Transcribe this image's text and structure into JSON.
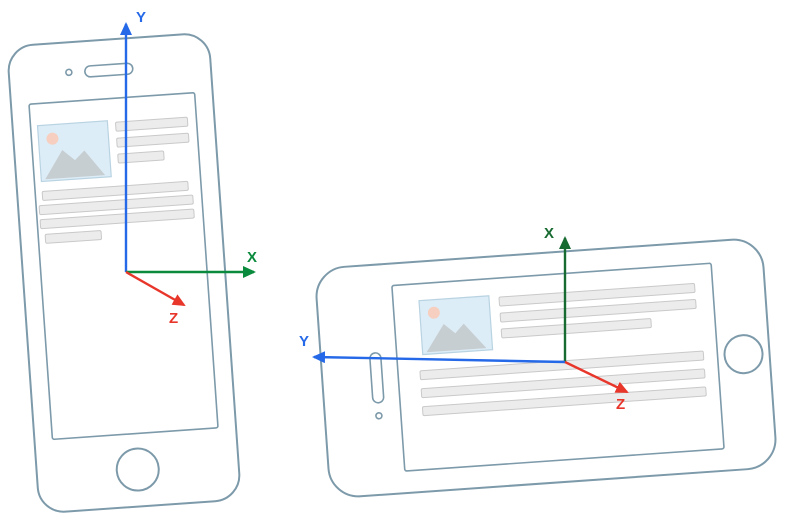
{
  "colors": {
    "phone_outline": "#7d9aaa",
    "line_fill": "#ececec",
    "line_stroke": "#c9c9c9",
    "image_fill": "#ddedf7",
    "image_border": "#b9d3e2",
    "mountain": "#c7ced2",
    "sun": "#f6cfc0",
    "axis_blue": "#2569e8",
    "axis_green": "#0a8a3c",
    "axis_dark_green": "#176b31",
    "axis_red": "#e8362b"
  },
  "portrait": {
    "axes": {
      "x": "X",
      "y": "Y",
      "z": "Z"
    }
  },
  "landscape": {
    "axes": {
      "x": "X",
      "y": "Y",
      "z": "Z"
    }
  }
}
